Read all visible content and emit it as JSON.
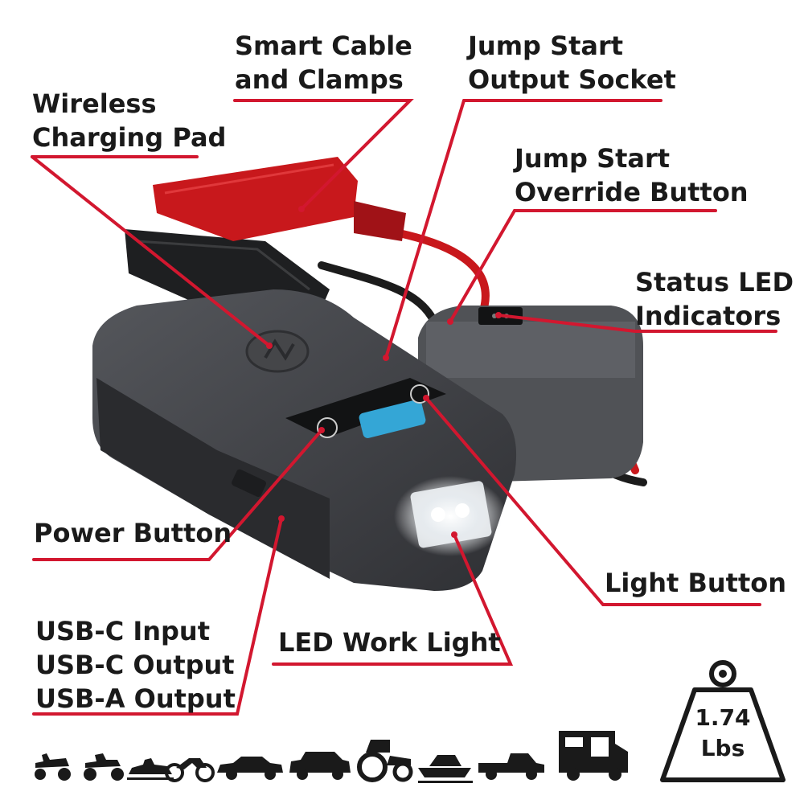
{
  "labels": {
    "smart_cable": [
      "Smart Cable",
      "and Clamps"
    ],
    "jump_socket": [
      "Jump Start",
      "Output Socket"
    ],
    "wireless_pad": [
      "Wireless",
      "Charging Pad"
    ],
    "override_button": [
      "Jump Start",
      "Override Button"
    ],
    "status_led": [
      "Status LED",
      "Indicators"
    ],
    "power_button": [
      "Power Button"
    ],
    "light_button": [
      "Light Button"
    ],
    "usb_ports": [
      "USB-C Input",
      "USB-C Output",
      "USB-A Output"
    ],
    "work_light": [
      "LED Work Light"
    ]
  },
  "weight": {
    "value": "1.74",
    "unit": "Lbs"
  },
  "colors": {
    "accent": "#d2172f",
    "text": "#1a1a1a",
    "device": "#3a3c40",
    "clamp_red": "#c8181c"
  },
  "vehicle_icons": [
    "lawn-mower-icon",
    "atv-icon",
    "jet-ski-icon",
    "motorcycle-icon",
    "car-icon",
    "suv-icon",
    "tractor-icon",
    "boat-icon",
    "pickup-truck-icon",
    "rv-icon"
  ]
}
